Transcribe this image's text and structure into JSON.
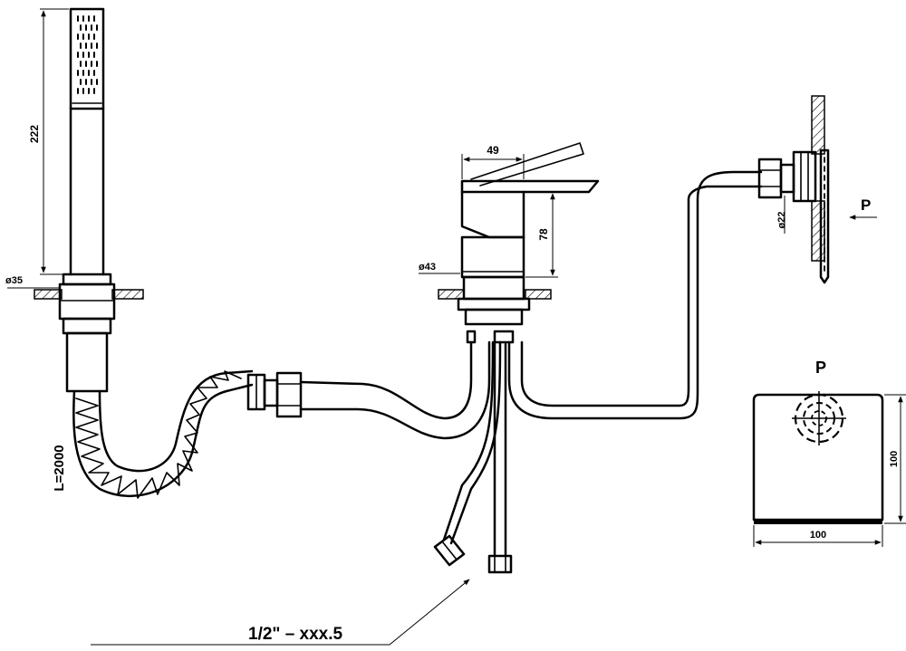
{
  "dimensions": {
    "handshower_length": "222",
    "handshower_dia": "ø35",
    "hose_length": "L=2000",
    "lever_width": "49",
    "mixer_height": "78",
    "mixer_dia": "ø43",
    "wall_outlet_dia": "ø22",
    "plate_height": "100",
    "plate_width": "100"
  },
  "labels": {
    "view_arrow": "P",
    "detail_title": "P",
    "connection_spec": "1/2\"  –  xxx.5"
  }
}
